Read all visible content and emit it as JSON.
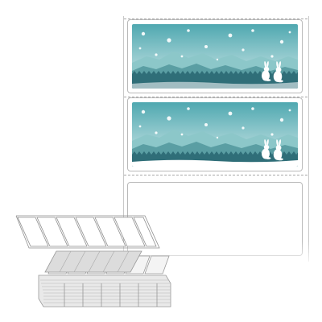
{
  "product": {
    "kind": "fanfold continuous labels",
    "labels_per_panel": 3,
    "printed_labels": 2
  },
  "artwork": {
    "theme": "winter mountains with rabbits and falling snow",
    "colors": {
      "sky_top": "#4fa8b0",
      "sky_bottom": "#d8ecec",
      "mountain_far": "#8cc7c9",
      "mountain_mid": "#5a9ea3",
      "forest": "#2f6e78",
      "snow": "#ffffff"
    }
  },
  "colors": {
    "label_border": "#b9b9b9",
    "perforation": "#a8a8a8",
    "stack_face": "#f2f2f2",
    "stack_edge": "#9a9a9a"
  }
}
